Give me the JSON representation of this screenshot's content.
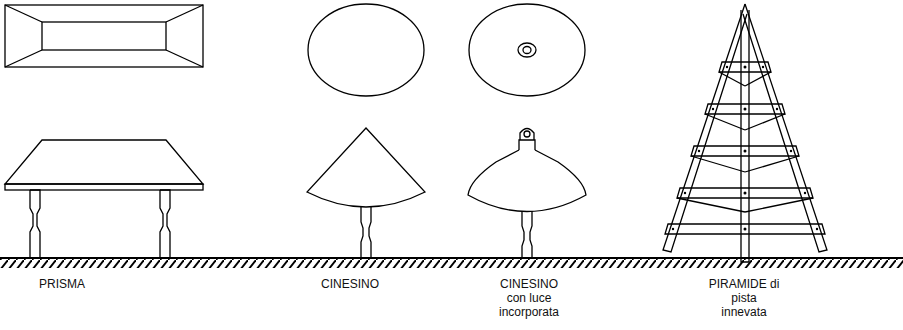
{
  "diagram": {
    "labels": [
      "PRISMA",
      "CINESINO",
      "CINESINO con luce incorporata",
      "PIRAMIDE di pista innevata"
    ]
  }
}
